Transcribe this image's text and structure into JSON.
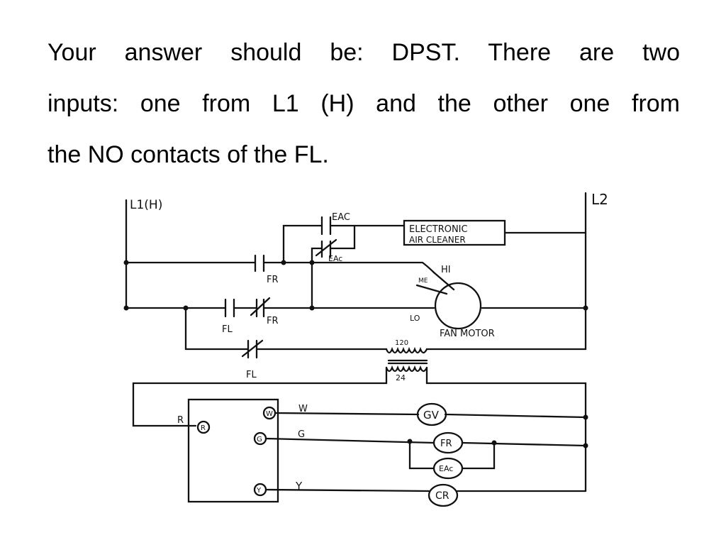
{
  "text": {
    "line1": "Your answer should be:  DPST.  There are two",
    "line2": "inputs:  one from L1 (H) and the other one from",
    "line3": "the NO contacts of the FL."
  },
  "labels": {
    "l1": "L1(H)",
    "l2": "L2",
    "eac_no": "EAC",
    "eac_nc": "EAc",
    "fr_top": "FR",
    "fr_nc": "FR",
    "fl_no": "FL",
    "fl_nc": "FL",
    "eac_line1": "ELECTRONIC",
    "eac_line2": "AIR CLEANER",
    "hi": "HI",
    "med": "ME",
    "lo": "LO",
    "fan_motor": "FAN MOTOR",
    "v120": "120",
    "v24": "24",
    "term_r_wire": "R",
    "term_r": "R",
    "term_w": "W",
    "term_g": "G",
    "term_y": "Y",
    "wire_w": "W",
    "wire_g": "G",
    "wire_y": "Y",
    "gv": "GV",
    "fr_coil": "FR",
    "eac_coil": "EAc",
    "cr": "CR"
  }
}
